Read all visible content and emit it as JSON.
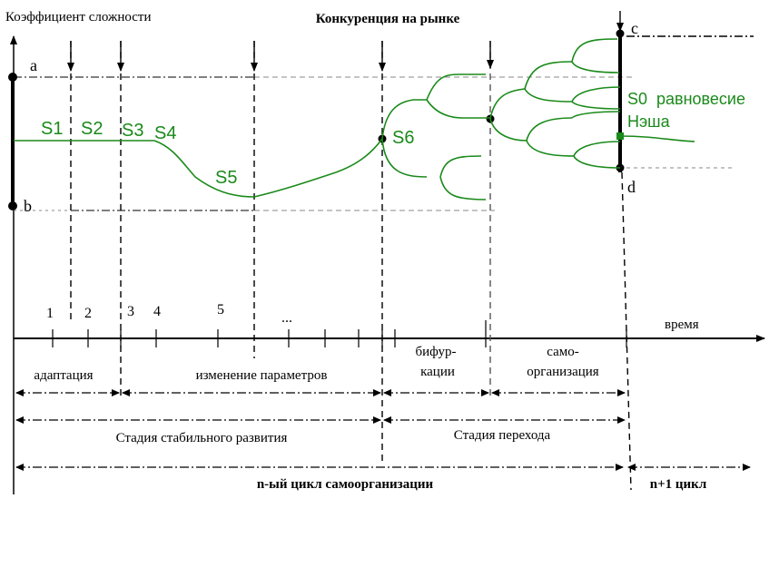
{
  "title": "Конкуренция на рынке",
  "y_axis_label": "Коэффициент сложности",
  "x_axis_label": "время",
  "points": {
    "a": "a",
    "b": "b",
    "c": "c",
    "d": "d"
  },
  "states": [
    "S1",
    "S2",
    "S3",
    "S4",
    "S5",
    "S6"
  ],
  "equilibrium_label_1": "S0  равновесие",
  "equilibrium_label_2": "Нэша",
  "ticks": [
    "1",
    "2",
    "3",
    "4",
    "5",
    "..."
  ],
  "phases": {
    "adaptation": "адаптация",
    "parameter_change": "изменение параметров",
    "bifurcations_1": "бифур-",
    "bifurcations_2": "кации",
    "selforg_1": "само-",
    "selforg_2": "организация"
  },
  "stages": {
    "stable": "Стадия стабильного развития",
    "transition": "Стадия перехода"
  },
  "cycles": {
    "current": "n-ый цикл самоорганизации",
    "next": "n+1 цикл"
  },
  "colors": {
    "curve": "#1a8a1a",
    "axis": "#000000"
  }
}
